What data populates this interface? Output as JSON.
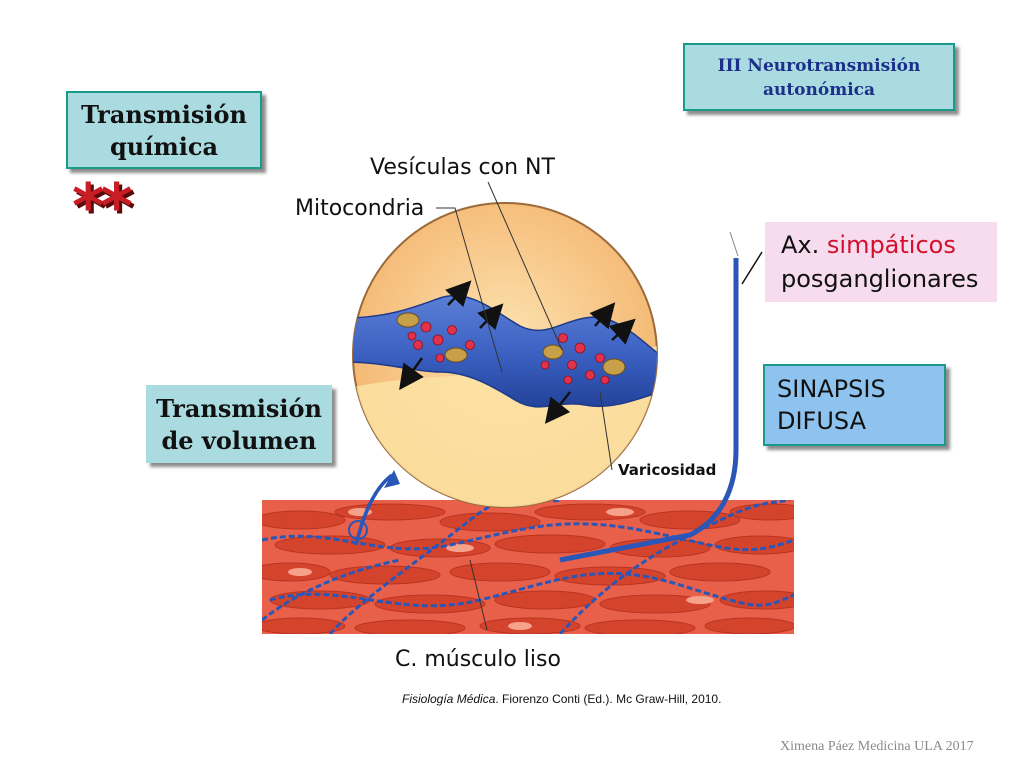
{
  "boxes": {
    "chemical_line1": "Transmisión",
    "chemical_line2": "química",
    "neuro_line1": "III Neurotransmisión",
    "neuro_line2": "autonómica",
    "volume_line1": "Transmisión",
    "volume_line2": "de volumen",
    "sinapsis_line1": "SINAPSIS",
    "sinapsis_line2": "DIFUSA",
    "axon_prefix": "Ax.",
    "axon_highlight": "simpáticos",
    "axon_line2": "posganglionares"
  },
  "marks": {
    "stars": "**"
  },
  "labels": {
    "vesicles": "Vesículas con NT",
    "mitochondria": "Mitocondria",
    "varicosity": "Varicosidad",
    "smooth_muscle": "C. músculo liso"
  },
  "citation": {
    "title": "Fisiología Médica",
    "rest": ". Fiorenzo Conti (Ed.). Mc Graw-Hill, 2010."
  },
  "footer": "Ximena Páez Medicina ULA 2017",
  "colors": {
    "box_teal": "#a9dbe0",
    "box_blue": "#8ec3ef",
    "box_pink": "#f6dcee",
    "accent_red": "#d4102c",
    "axon_blue": "#2a56b8",
    "muscle_red": "#d9472f"
  }
}
